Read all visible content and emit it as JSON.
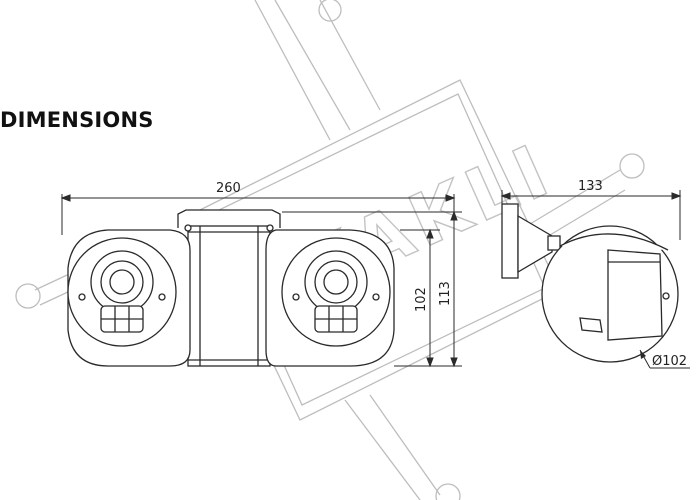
{
  "heading": "DIMENSIONS",
  "dimensions": {
    "width": "260",
    "height_body": "102",
    "height_total": "113",
    "depth": "133",
    "diameter": "Ø102"
  },
  "watermark": {
    "text": "KAKLI"
  },
  "colors": {
    "line": "#2a2a2a",
    "watermark": "#9a9a9a"
  }
}
